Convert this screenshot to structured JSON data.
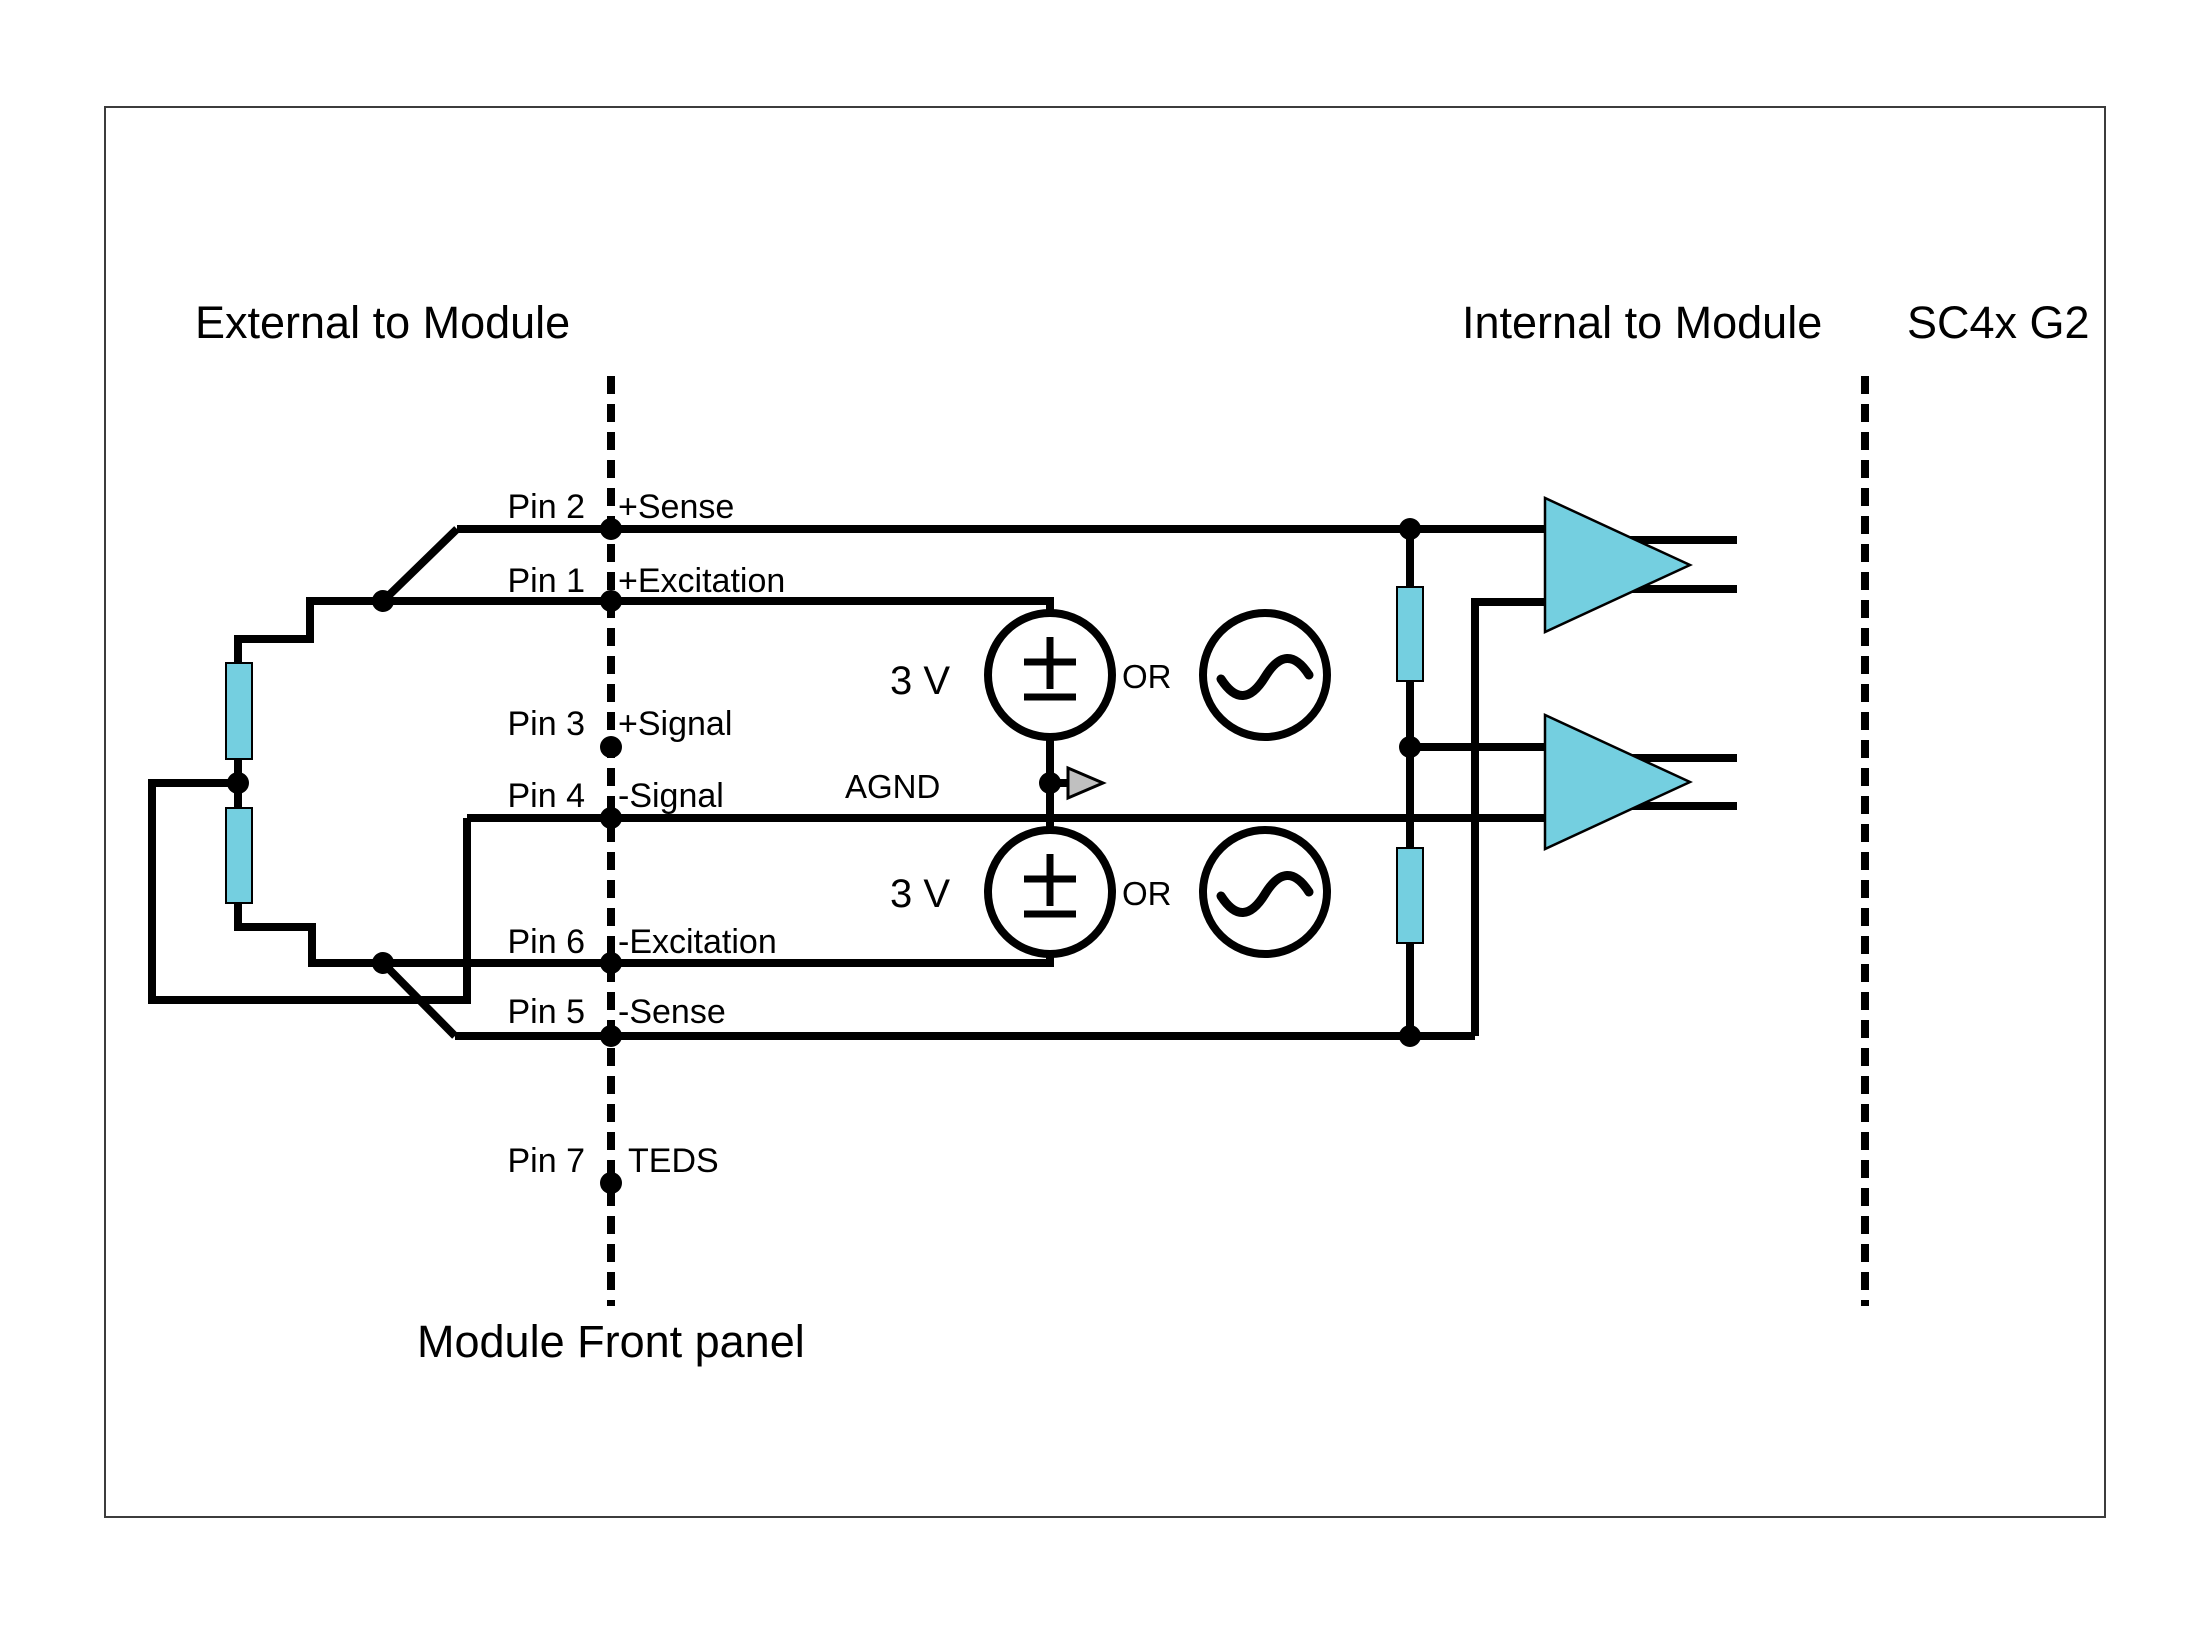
{
  "titles": {
    "external": "External to Module",
    "internal": "Internal to Module",
    "module_name": "SC4x G2",
    "front_panel": "Module Front panel"
  },
  "pins": [
    {
      "pin": "Pin 2",
      "signal": "+Sense"
    },
    {
      "pin": "Pin 1",
      "signal": "+Excitation"
    },
    {
      "pin": "Pin 3",
      "signal": "+Signal"
    },
    {
      "pin": "Pin 4",
      "signal": "-Signal"
    },
    {
      "pin": "Pin 6",
      "signal": "-Excitation"
    },
    {
      "pin": "Pin 5",
      "signal": "-Sense"
    },
    {
      "pin": "Pin 7",
      "signal": "TEDS"
    }
  ],
  "sources": {
    "voltage_label": "3 V",
    "or_label": "OR",
    "ground_label": "AGND"
  },
  "colors": {
    "component_fill": "#74CFE0",
    "wire": "#000000",
    "ground_arrow_fill": "#C0C0C0",
    "page_border": "#3c3c3c",
    "background": "#FFFFFF"
  }
}
